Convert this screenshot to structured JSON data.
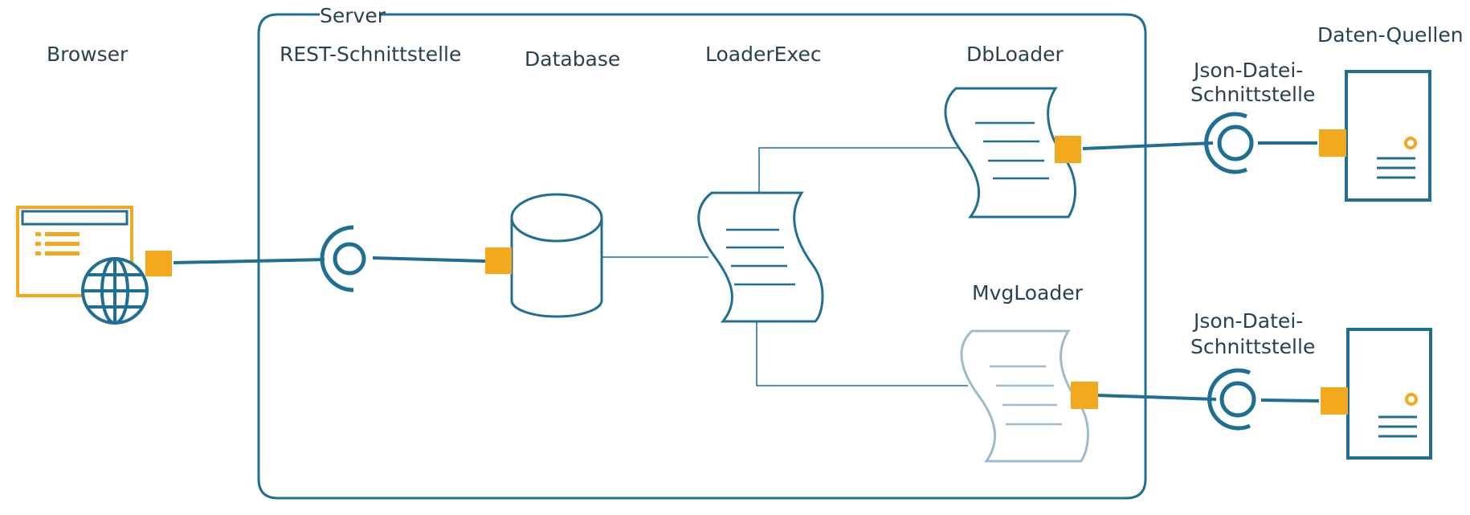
{
  "colors": {
    "primary": "#1f6e93",
    "accent": "#f2a91d",
    "faded": "#9dbccb",
    "text": "#2a4150",
    "background": "#ffffff"
  },
  "labels": {
    "browser": "Browser",
    "server": "Server",
    "rest": "REST-Schnittstelle",
    "database": "Database",
    "loader_exec": "LoaderExec",
    "db_loader": "DbLoader",
    "mvg_loader": "MvgLoader",
    "sources": "Daten-Quellen",
    "json_top_1": "Json-Datei-",
    "json_top_2": "Schnittstelle",
    "json_bottom_1": "Json-Datei-",
    "json_bottom_2": "Schnittstelle"
  },
  "icons": {
    "browser": "browser-window-globe-icon",
    "database": "database-cylinder-icon",
    "document": "scroll-document-icon",
    "server": "server-tower-icon",
    "interface": "ball-socket-interface-icon",
    "port": "port-square-icon"
  }
}
